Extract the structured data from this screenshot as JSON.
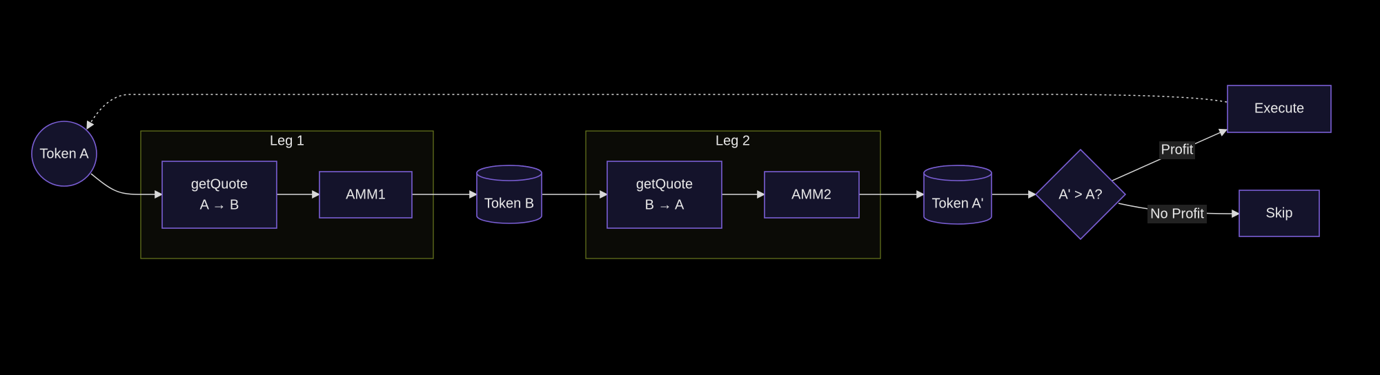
{
  "diagram": {
    "nodes": {
      "token_a": "Token A",
      "get_quote_1": {
        "line1": "getQuote",
        "line2": "A → B"
      },
      "amm1": "AMM1",
      "token_b": "Token B",
      "get_quote_2": {
        "line1": "getQuote",
        "line2": "B → A"
      },
      "amm2": "AMM2",
      "token_a_prime": "Token A'",
      "decision": "A' > A?",
      "execute": "Execute",
      "skip": "Skip"
    },
    "clusters": {
      "leg1": "Leg 1",
      "leg2": "Leg 2"
    },
    "edge_labels": {
      "profit": "Profit",
      "no_profit": "No Profit"
    }
  }
}
